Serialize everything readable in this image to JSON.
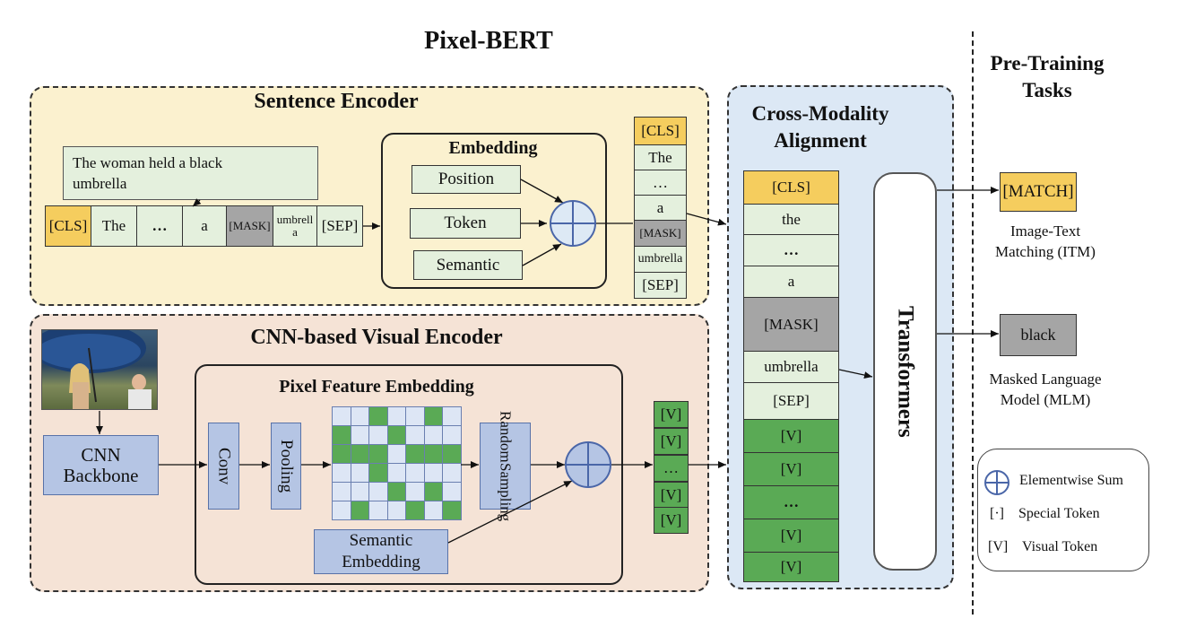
{
  "title": "Pixel-BERT",
  "pretraining": {
    "title_line1": "Pre-Training",
    "title_line2": "Tasks",
    "match_label": "[MATCH]",
    "itm_line1": "Image-Text",
    "itm_line2": "Matching (ITM)",
    "black_label": "black",
    "mlm_line1": "Masked Language",
    "mlm_line2": "Model (MLM)"
  },
  "sentence_encoder": {
    "title": "Sentence Encoder",
    "sentence_line1": "The woman held a black",
    "sentence_line2": "umbrella",
    "tokens": [
      "[CLS]",
      "The",
      "…",
      "a",
      "[MASK]",
      "umbrell a",
      "[SEP]"
    ],
    "embedding": {
      "title": "Embedding",
      "position": "Position",
      "token": "Token",
      "semantic": "Semantic"
    },
    "output_tokens": [
      "[CLS]",
      "The",
      "…",
      "a",
      "[MASK]",
      "umbrella",
      "[SEP]"
    ]
  },
  "visual_encoder": {
    "title": "CNN-based Visual Encoder",
    "backbone_line1": "CNN",
    "backbone_line2": "Backbone",
    "pfe_title": "Pixel Feature Embedding",
    "conv": "Conv",
    "pooling": "Pooling",
    "random_sampling_line1": "Random",
    "random_sampling_line2": "Sampling",
    "semantic_line1": "Semantic",
    "semantic_line2": "Embedding",
    "grid_pattern": [
      [
        0,
        0,
        1,
        0,
        0,
        1,
        0
      ],
      [
        1,
        0,
        0,
        1,
        0,
        0,
        0
      ],
      [
        1,
        1,
        1,
        0,
        1,
        1,
        1
      ],
      [
        0,
        0,
        1,
        0,
        0,
        0,
        0
      ],
      [
        0,
        0,
        0,
        1,
        0,
        1,
        0
      ],
      [
        0,
        1,
        0,
        0,
        1,
        0,
        1
      ]
    ],
    "output_tokens": [
      "[V]",
      "[V]",
      "…",
      "[V]",
      "[V]"
    ]
  },
  "cross_modality": {
    "title_line1": "Cross-Modality",
    "title_line2": "Alignment",
    "tokens": [
      "[CLS]",
      "the",
      "…",
      "a",
      "[MASK]",
      "umbrella",
      "[SEP]",
      "[V]",
      "[V]",
      "…",
      "[V]",
      "[V]"
    ],
    "transformers": "Transformers"
  },
  "legend": {
    "sum": "Elementwise Sum",
    "special_symbol": "[·]",
    "special": "Special Token",
    "visual_symbol": "[V]",
    "visual": "Visual Token"
  },
  "colors": {
    "sentence_bg": "#fbf1cf",
    "visual_bg": "#f5e3d6",
    "cross_bg": "#dce8f5",
    "special_token": "#f5cd5e",
    "mask_token": "#a5a5a5",
    "text_token": "#e4f0dd",
    "visual_token": "#5aaa55",
    "module_blue": "#b5c5e4"
  }
}
